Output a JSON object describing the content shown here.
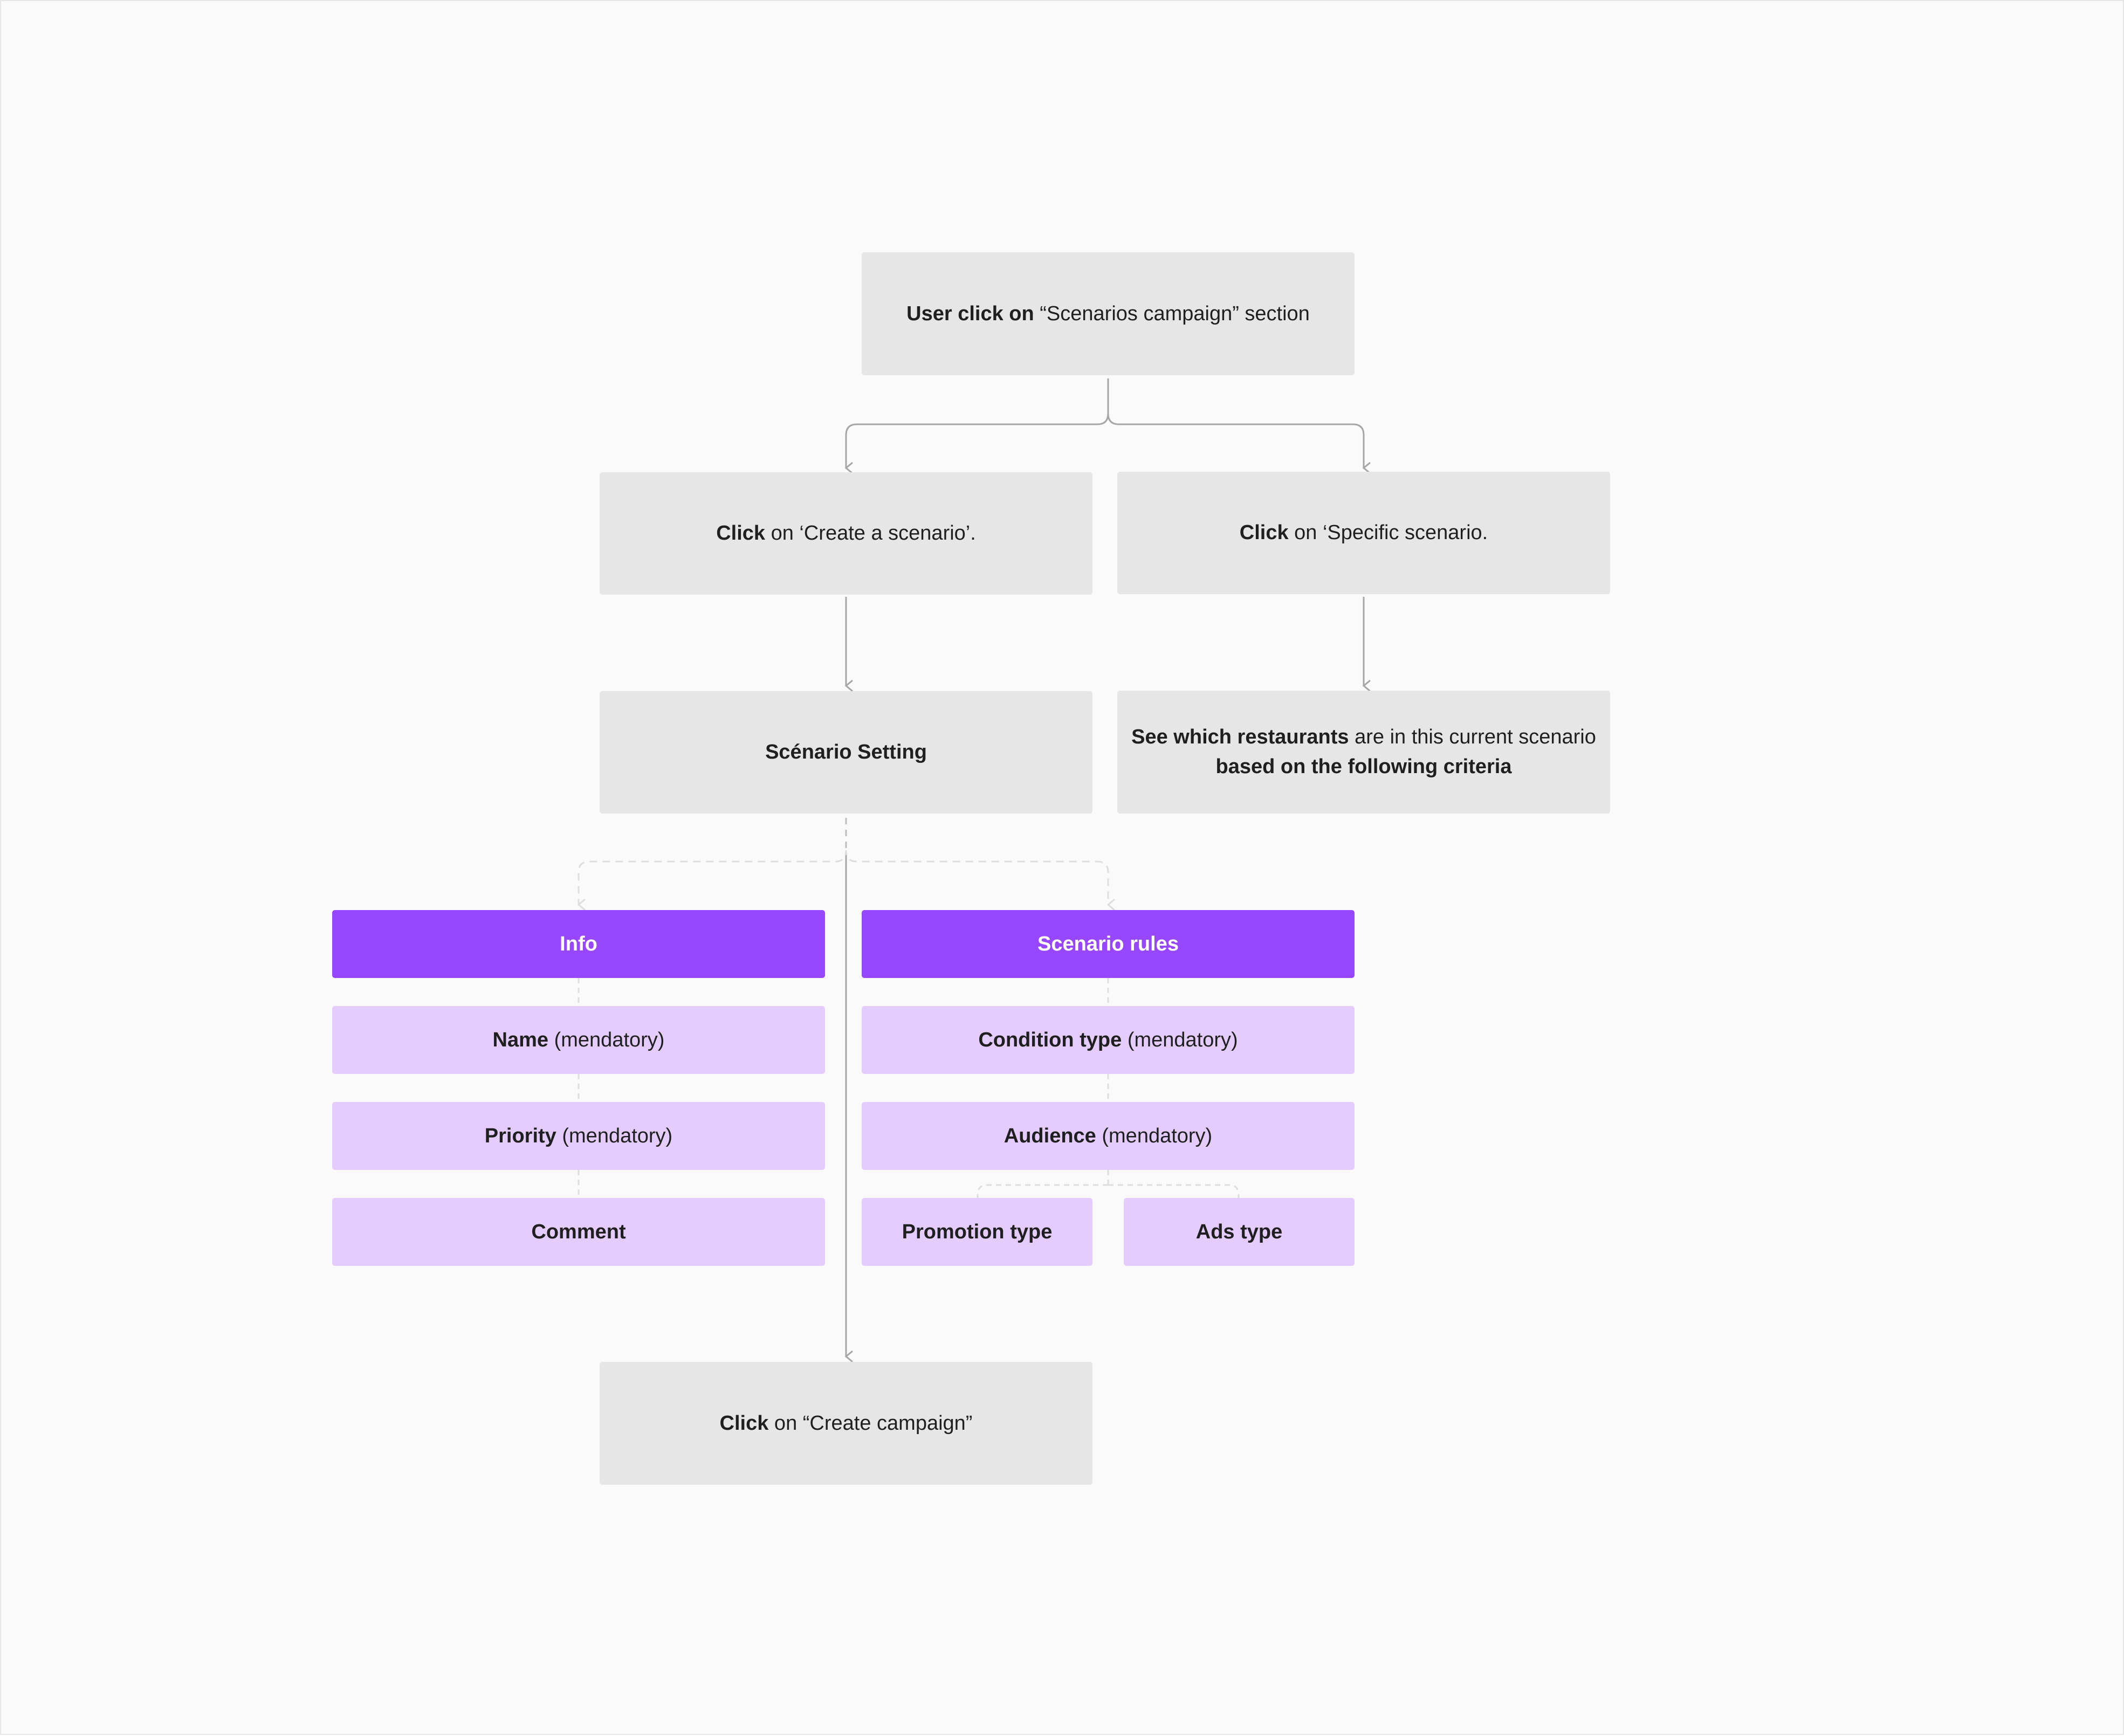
{
  "colors": {
    "background": "#fafafa",
    "gray_box": "#e6e6e6",
    "purple_header": "#9747ff",
    "lilac_box": "#e4ccff",
    "connector": "#a6a6a6",
    "dashed_connector": "#dddddd"
  },
  "nodes": {
    "start": {
      "bold": "User click on",
      "rest": " “Scenarios campaign” section"
    },
    "create_scenario": {
      "bold": "Click",
      "rest": " on ‘Create a scenario’."
    },
    "specific_scenario": {
      "bold": "Click",
      "rest": " on ‘Specific scenario."
    },
    "scenario_setting": {
      "bold": "Scénario Setting"
    },
    "see_restaurants": {
      "bold1": "See which restaurants",
      "rest1": " are in this current scenario",
      "bold2": "based on the following criteria"
    },
    "info_header": {
      "label": "Info"
    },
    "scenario_rules_header": {
      "label": "Scenario rules"
    },
    "name": {
      "bold": "Name",
      "rest": " (mendatory)"
    },
    "priority": {
      "bold": "Priority",
      "rest": " (mendatory)"
    },
    "comment": {
      "bold": "Comment"
    },
    "condition_type": {
      "bold": "Condition type",
      "rest": " (mendatory)"
    },
    "audience": {
      "bold": "Audience",
      "rest": " (mendatory)"
    },
    "promotion_type": {
      "bold": "Promotion type"
    },
    "ads_type": {
      "bold": "Ads type"
    },
    "create_campaign": {
      "bold": "Click",
      "rest": " on “Create campaign”"
    }
  }
}
